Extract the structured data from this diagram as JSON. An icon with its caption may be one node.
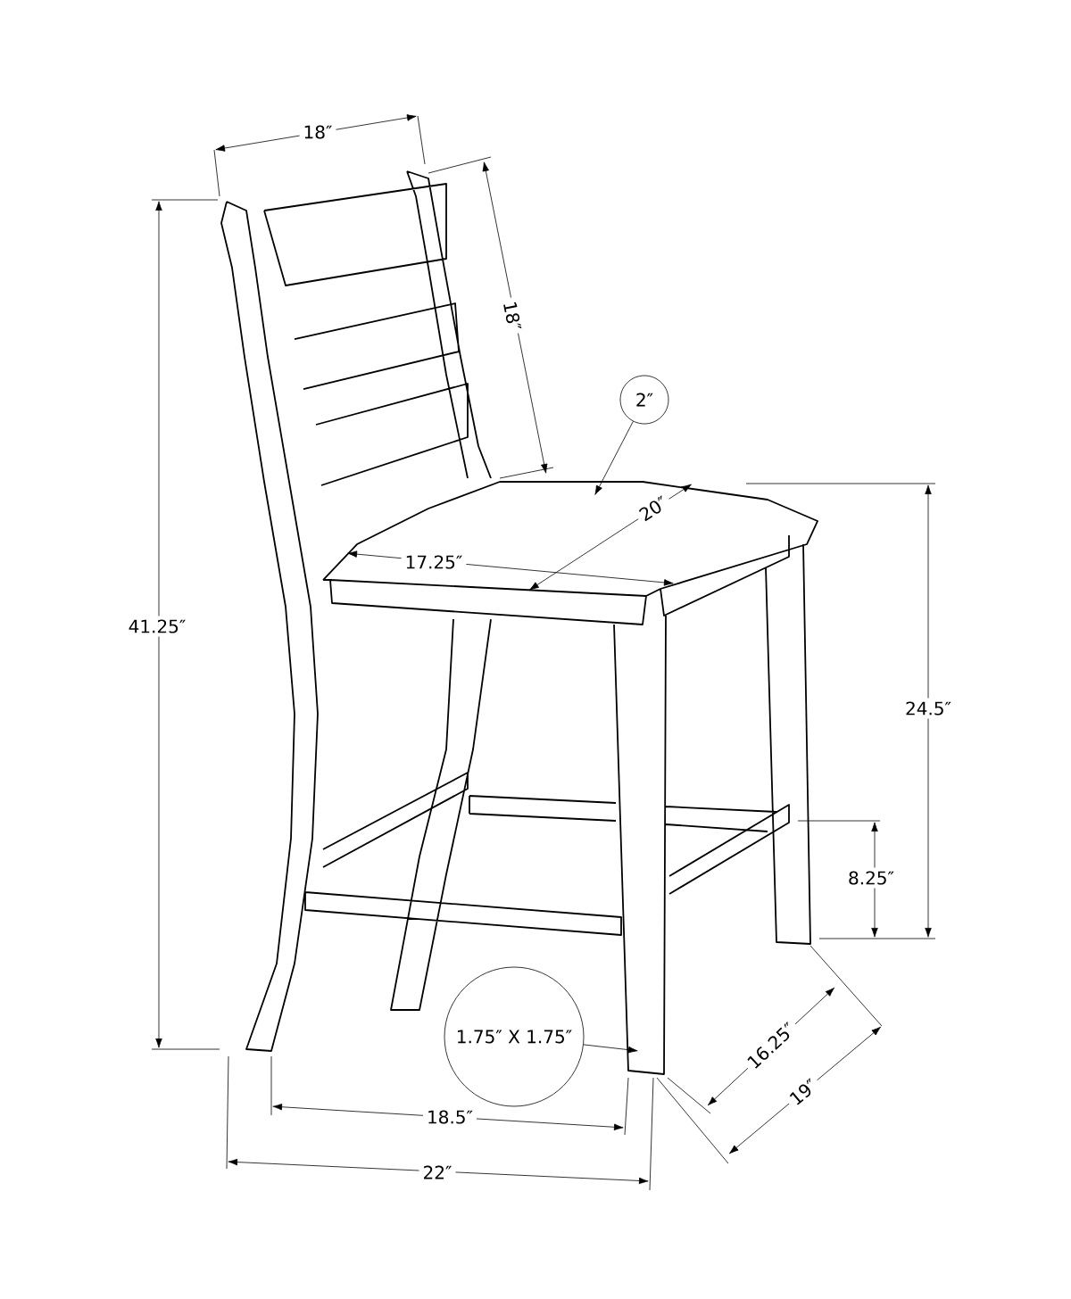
{
  "diagram": {
    "nodes": [
      {
        "text": [
          "2″"
        ]
      },
      {
        "text": [
          "1.75″ X 1.75″"
        ]
      }
    ],
    "edges": [
      {
        "from": 0,
        "to": null,
        "arrow": "to"
      },
      {
        "from": 1,
        "to": null,
        "arrow": "to"
      }
    ],
    "labels": [
      "18″",
      "18″",
      "20″",
      "17.25″",
      "41.25″",
      "24.5″",
      "8.25″",
      "16.25″",
      "19″",
      "18.5″",
      "22″"
    ]
  }
}
